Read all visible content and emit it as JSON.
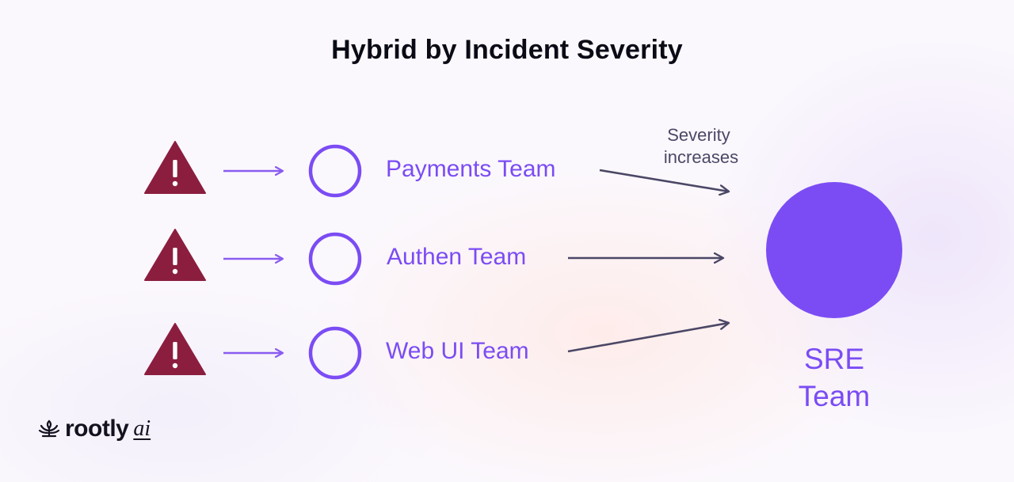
{
  "title": "Hybrid by Incident Severity",
  "teams": [
    {
      "label": "Payments Team"
    },
    {
      "label": "Authen Team"
    },
    {
      "label": "Web UI Team"
    }
  ],
  "severity_note": {
    "line1": "Severity",
    "line2": "increases"
  },
  "sre": {
    "line1": "SRE",
    "line2": "Team"
  },
  "logo": {
    "word": "rootly",
    "suffix": "ai"
  },
  "colors": {
    "alert": "#8b1e3f",
    "purple": "#7b4cf4",
    "arrow_light": "#8a5cf0",
    "arrow_dark": "#4b4766",
    "sre_fill": "#7b4cf4"
  },
  "icons": {
    "alert": "warning-triangle-icon",
    "team": "circle-outline-icon",
    "logo": "rootly-flower-icon"
  }
}
